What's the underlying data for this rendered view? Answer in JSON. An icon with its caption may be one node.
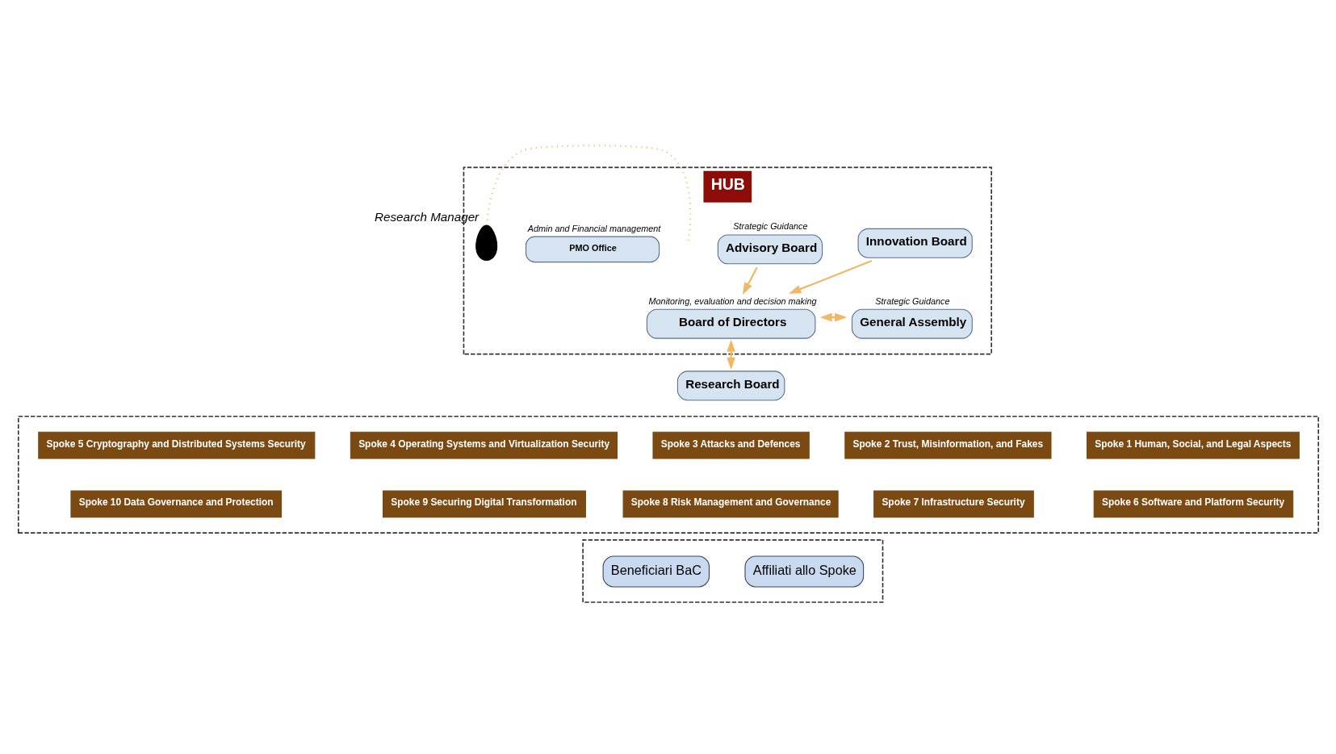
{
  "diagram": {
    "nodes": [
      {
        "text": [
          "HUB"
        ]
      },
      {
        "text": [
          "Advisory Board"
        ],
        "beside": [
          "Strategic Guidance"
        ],
        "in": 0
      },
      {
        "text": [
          "Innovation Board"
        ],
        "in": 0
      },
      {
        "text": [
          "Board of Directors"
        ],
        "beside": [
          "Monitoring, evaluation and decision making"
        ],
        "in": 0
      },
      {
        "text": [
          "General Assembly"
        ],
        "beside": [
          "Strategic Guidance"
        ],
        "in": 0
      },
      {
        "text": [],
        "shape": "person",
        "beside": [
          "Research Manager"
        ],
        "in": 0
      },
      {
        "text": [
          "PMO Office"
        ],
        "beside": [
          "Admin and Financial management"
        ],
        "in": 0
      },
      {
        "text": [
          "Research Board"
        ]
      },
      {
        "text": [],
        "shape": "box"
      },
      {
        "text": [
          "Spoke 1 Human, Social, and Legal Aspects"
        ],
        "in": 8
      },
      {
        "text": [
          "Spoke 2 Trust, Misinformation, and Fakes"
        ],
        "in": 8
      },
      {
        "text": [
          "Spoke 3 Attacks and Defences"
        ],
        "in": 8
      },
      {
        "text": [
          "Spoke 4 Operating Systems and Virtualization Security"
        ],
        "in": 8
      },
      {
        "text": [
          "Spoke 5 Cryptography and Distributed Systems Security"
        ],
        "in": 8
      },
      {
        "text": [
          "Spoke 6 Software and Platform Security"
        ],
        "in": 8
      },
      {
        "text": [
          "Spoke 7 Infrastructure Security"
        ],
        "in": 8
      },
      {
        "text": [
          "Spoke 8 Risk Management and Governance"
        ],
        "in": 8
      },
      {
        "text": [
          "Spoke 9 Securing Digital Transformation"
        ],
        "in": 8
      },
      {
        "text": [
          "Spoke 10 Data Governance and Protection"
        ],
        "in": 8
      },
      {
        "text": [],
        "shape": "box"
      },
      {
        "text": [
          "Affiliati allo Spoke"
        ],
        "in": 19
      },
      {
        "text": [
          "Beneficiari BaC"
        ],
        "in": 19
      }
    ],
    "edges": [
      {
        "from": 1,
        "to": 3,
        "arrow": "to"
      },
      {
        "from": 2,
        "to": 3,
        "arrow": "to"
      },
      {
        "from": 3,
        "to": 4,
        "arrow": "both"
      },
      {
        "from": 3,
        "to": 7,
        "arrow": "both"
      },
      {
        "from": 5,
        "to": null,
        "arrow": "none",
        "style": "dashed"
      }
    ]
  }
}
